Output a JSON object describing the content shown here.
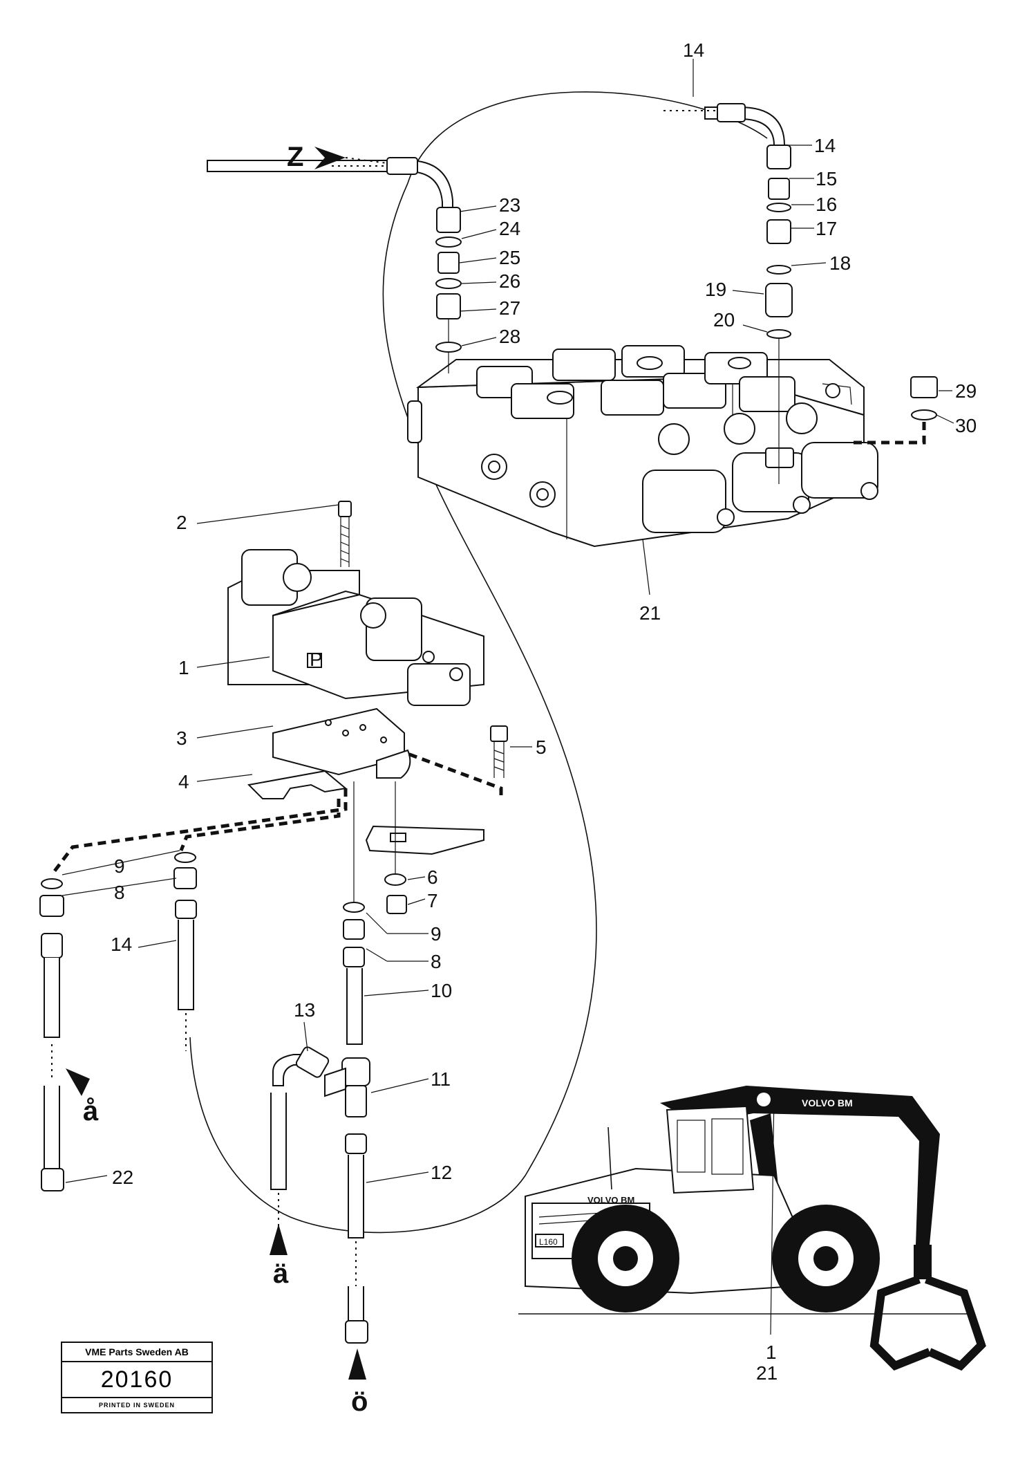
{
  "labels": {
    "l1": "1",
    "l2": "2",
    "l3": "3",
    "l4": "4",
    "l5": "5",
    "l6": "6",
    "l7": "7",
    "l8a": "8",
    "l8b": "8",
    "l9a": "9",
    "l9b": "9",
    "l10": "10",
    "l11": "11",
    "l12": "12",
    "l13": "13",
    "l14a": "14",
    "l14b": "14",
    "l14c": "14",
    "l15": "15",
    "l16": "16",
    "l17": "17",
    "l18": "18",
    "l19": "19",
    "l20": "20",
    "l21a": "21",
    "l21b": "21",
    "l22": "22",
    "l23": "23",
    "l24": "24",
    "l25": "25",
    "l26": "26",
    "l27": "27",
    "l28": "28",
    "l29": "29",
    "l30": "30",
    "l1b": "1"
  },
  "arrows": {
    "z": "Z",
    "a_ring": "å",
    "a_uml": "ä",
    "o_uml": "ö"
  },
  "valve_mark": "P",
  "machine_brand": "VOLVO BM",
  "machine_model": "L160",
  "badge": {
    "company": "VME Parts Sweden AB",
    "number": "20160",
    "printed": "PRINTED IN SWEDEN"
  }
}
